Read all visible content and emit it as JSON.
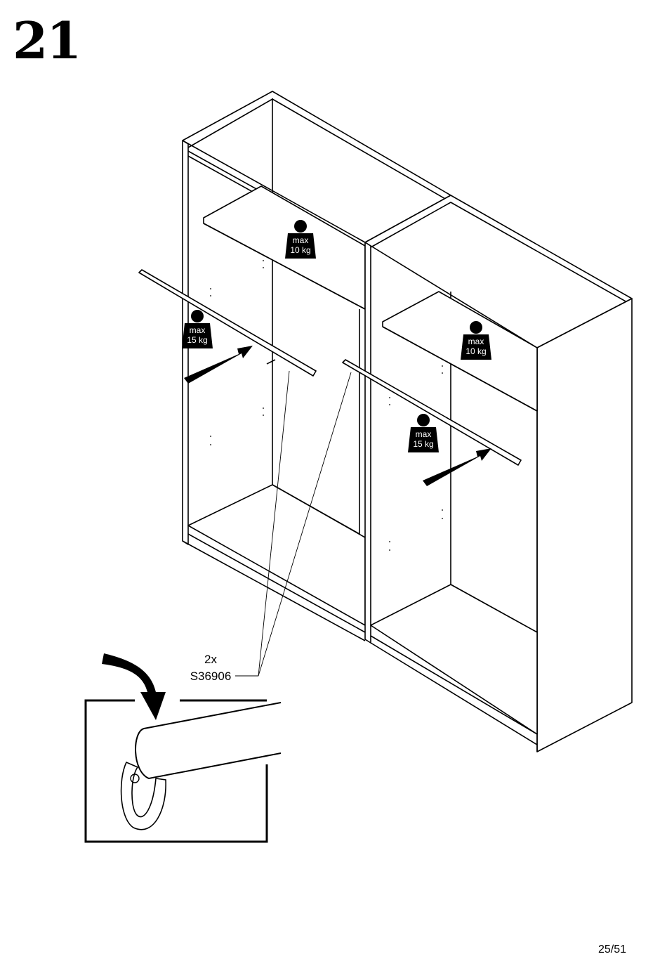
{
  "step": {
    "number": "21"
  },
  "weights": {
    "shelf_left": {
      "line1": "max",
      "line2": "10 kg"
    },
    "rail_left": {
      "line1": "max",
      "line2": "15 kg"
    },
    "shelf_right": {
      "line1": "max",
      "line2": "10 kg"
    },
    "rail_right": {
      "line1": "max",
      "line2": "15 kg"
    }
  },
  "part": {
    "quantity": "2x",
    "code": "S36906"
  },
  "page": {
    "number": "25/51"
  }
}
